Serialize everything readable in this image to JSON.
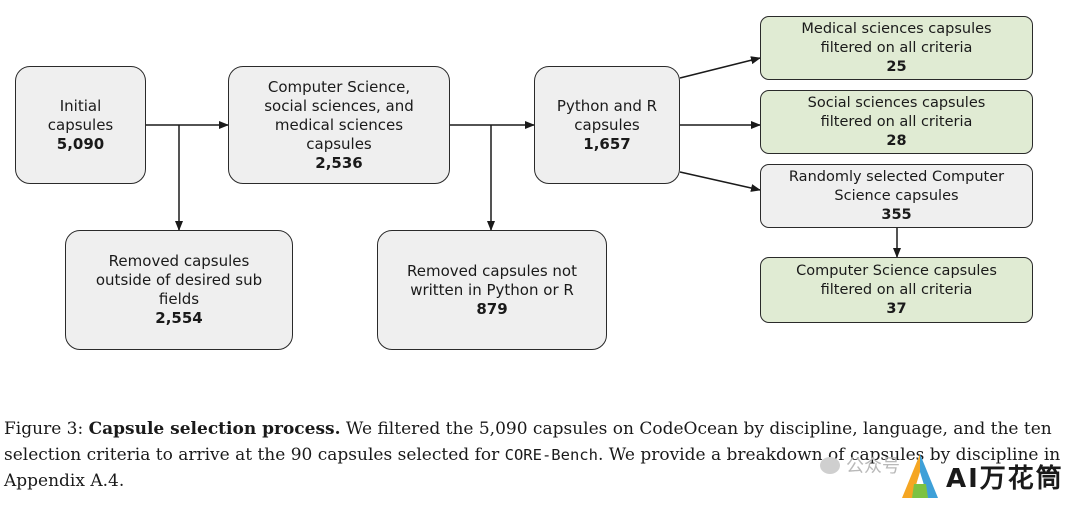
{
  "boxes": {
    "initial": {
      "lines": [
        "Initial",
        "capsules"
      ],
      "count": "5,090"
    },
    "subfields": {
      "lines": [
        "Computer Science,",
        "social sciences, and",
        "medical sciences",
        "capsules"
      ],
      "count": "2,536"
    },
    "python_r": {
      "lines": [
        "Python and R",
        "capsules"
      ],
      "count": "1,657"
    },
    "removed_subfields": {
      "lines": [
        "Removed capsules",
        "outside of desired sub",
        "fields"
      ],
      "count": "2,554"
    },
    "removed_language": {
      "lines": [
        "Removed capsules not",
        "written in Python or R"
      ],
      "count": "879"
    },
    "medical": {
      "lines": [
        "Medical sciences capsules",
        "filtered on all criteria"
      ],
      "count": "25"
    },
    "social": {
      "lines": [
        "Social sciences capsules",
        "filtered on all criteria"
      ],
      "count": "28"
    },
    "cs_random": {
      "lines": [
        "Randomly selected Computer",
        "Science capsules"
      ],
      "count": "355"
    },
    "cs_filtered": {
      "lines": [
        "Computer Science capsules",
        "filtered on all criteria"
      ],
      "count": "37"
    }
  },
  "colors": {
    "box_gray": "#efefef",
    "box_green": "#e0ebd3",
    "stroke": "#2a2a2a"
  },
  "caption": {
    "label": "Figure 3:",
    "bold": "Capsule selection process.",
    "text_1": "We filtered the 5,090 capsules on CodeOcean by discipline, language, and the ten selection criteria to arrive at the 90 capsules selected for",
    "code": "CORE-Bench",
    "text_2": ". We provide a breakdown of capsules by discipline in Appendix A.4."
  },
  "watermark": {
    "text": "AI万花筒",
    "faint": "公众号"
  }
}
